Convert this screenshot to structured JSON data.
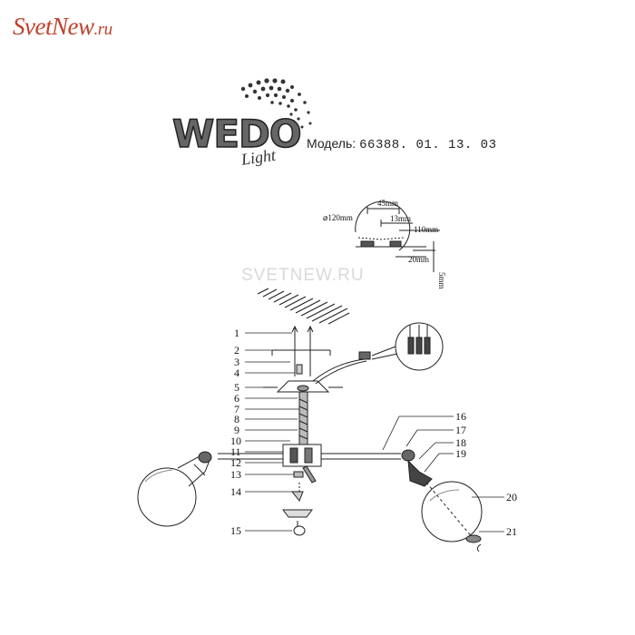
{
  "site_logo": {
    "name": "SvetNew",
    "tld": ".ru"
  },
  "brand_logo": {
    "text": "WEDO",
    "sub": "Light"
  },
  "model": {
    "label": "Модель:",
    "number": "66388. 01. 13. 03"
  },
  "watermark": "SVETNEW.RU",
  "dimensions": {
    "diameter": "⌀120mm",
    "width_top": "45mm",
    "inner": "13mm",
    "depth": "110mm",
    "bottom": "20mm",
    "side": "5mm"
  },
  "callouts": [
    "1",
    "2",
    "3",
    "4",
    "5",
    "6",
    "7",
    "8",
    "9",
    "10",
    "11",
    "12",
    "13",
    "14",
    "15",
    "16",
    "17",
    "18",
    "19",
    "20",
    "21"
  ]
}
